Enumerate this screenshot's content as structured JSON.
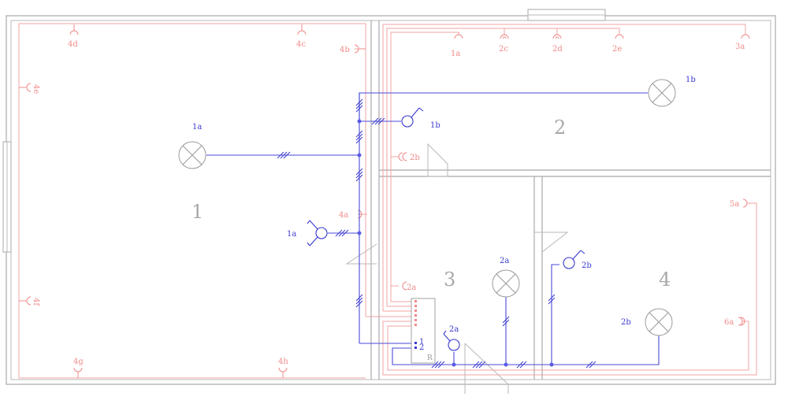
{
  "rooms": [
    {
      "label": "1"
    },
    {
      "label": "2"
    },
    {
      "label": "3"
    },
    {
      "label": "4"
    }
  ],
  "lights": [
    {
      "label": "1a"
    },
    {
      "label": "1b"
    },
    {
      "label": "2a"
    },
    {
      "label": "2b"
    }
  ],
  "switches": [
    {
      "label": "1b"
    },
    {
      "label": "1a"
    },
    {
      "label": "2a"
    },
    {
      "label": "2b"
    }
  ],
  "sockets": [
    {
      "label": "4d"
    },
    {
      "label": "4c"
    },
    {
      "label": "4b"
    },
    {
      "label": "4e"
    },
    {
      "label": "4a"
    },
    {
      "label": "4f"
    },
    {
      "label": "4g"
    },
    {
      "label": "4h"
    },
    {
      "label": "1a"
    },
    {
      "label": "2c"
    },
    {
      "label": "2d"
    },
    {
      "label": "2e"
    },
    {
      "label": "3a"
    },
    {
      "label": "2b"
    },
    {
      "label": "2a"
    },
    {
      "label": "5a"
    },
    {
      "label": "6a"
    }
  ],
  "panel": {
    "label": "R",
    "circuit_1": "1",
    "circuit_2": "2"
  },
  "colors": {
    "walls": "#a9a9a9",
    "socket_circuits": "#f3a3a3",
    "lighting_circuits": "#4a4ad8"
  }
}
